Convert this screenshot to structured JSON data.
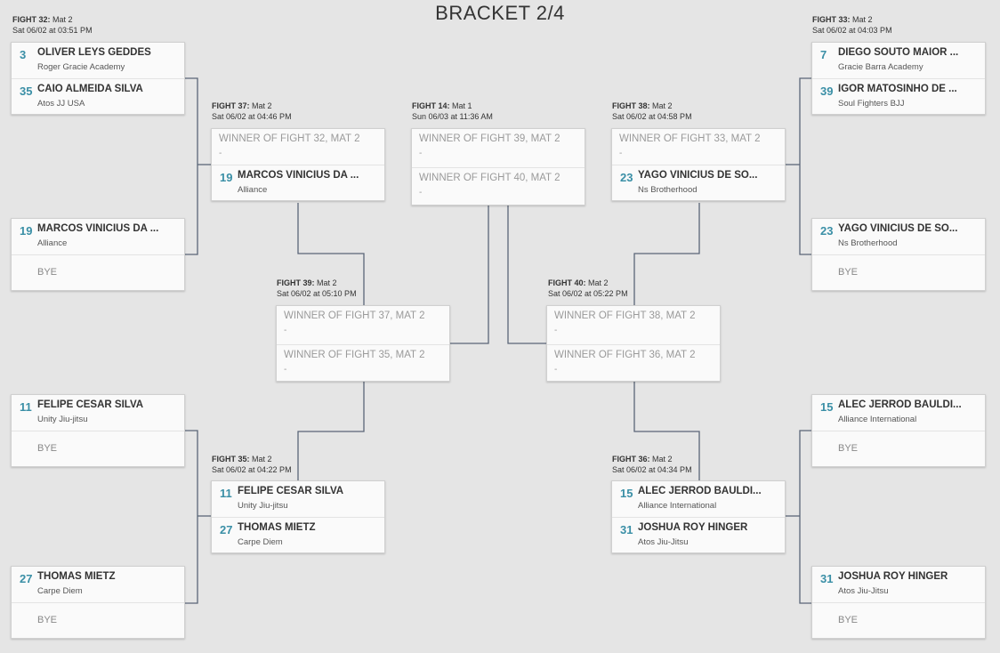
{
  "page": {
    "title": "BRACKET 2/4"
  },
  "fights": {
    "f32": {
      "fight": "FIGHT 32:",
      "mat": "Mat 2",
      "time": "Sat 06/02 at 03:51 PM",
      "rows": [
        {
          "kind": "player",
          "seed": "3",
          "name": "OLIVER LEYS GEDDES",
          "team": "Roger Gracie Academy"
        },
        {
          "kind": "player",
          "seed": "35",
          "name": "CAIO ALMEIDA SILVA",
          "team": "Atos JJ USA"
        }
      ]
    },
    "f33": {
      "fight": "FIGHT 33:",
      "mat": "Mat 2",
      "time": "Sat 06/02 at 04:03 PM",
      "rows": [
        {
          "kind": "player",
          "seed": "7",
          "name": "DIEGO SOUTO MAIOR ...",
          "team": "Gracie Barra Academy"
        },
        {
          "kind": "player",
          "seed": "39",
          "name": "IGOR MATOSINHO DE ...",
          "team": "Soul Fighters BJJ"
        }
      ]
    },
    "f37": {
      "fight": "FIGHT 37:",
      "mat": "Mat 2",
      "time": "Sat 06/02 at 04:46 PM",
      "rows": [
        {
          "kind": "pending",
          "text": "WINNER OF FIGHT 32, MAT 2",
          "dash": "-"
        },
        {
          "kind": "player",
          "seed": "19",
          "name": "MARCOS VINÍCIUS DA ...",
          "team": "Alliance"
        }
      ]
    },
    "f14": {
      "fight": "FIGHT 14:",
      "mat": "Mat 1",
      "time": "Sun 06/03 at 11:36 AM",
      "rows": [
        {
          "kind": "pending",
          "text": "WINNER OF FIGHT 39, MAT 2",
          "dash": "-"
        },
        {
          "kind": "pending",
          "text": "WINNER OF FIGHT 40, MAT 2",
          "dash": "-"
        }
      ]
    },
    "f38": {
      "fight": "FIGHT 38:",
      "mat": "Mat 2",
      "time": "Sat 06/02 at 04:58 PM",
      "rows": [
        {
          "kind": "pending",
          "text": "WINNER OF FIGHT 33, MAT 2",
          "dash": "-"
        },
        {
          "kind": "player",
          "seed": "23",
          "name": "YAGO VINICIUS DE SO...",
          "team": "Ns Brotherhood"
        }
      ]
    },
    "lb1": {
      "rows": [
        {
          "kind": "player",
          "seed": "19",
          "name": "MARCOS VINÍCIUS DA ...",
          "team": "Alliance"
        },
        {
          "kind": "bye",
          "text": "BYE"
        }
      ]
    },
    "rb1": {
      "rows": [
        {
          "kind": "player",
          "seed": "23",
          "name": "YAGO VINICIUS DE SO...",
          "team": "Ns Brotherhood"
        },
        {
          "kind": "bye",
          "text": "BYE"
        }
      ]
    },
    "f39": {
      "fight": "FIGHT 39:",
      "mat": "Mat 2",
      "time": "Sat 06/02 at 05:10 PM",
      "rows": [
        {
          "kind": "pending",
          "text": "WINNER OF FIGHT 37, MAT 2",
          "dash": "-"
        },
        {
          "kind": "pending",
          "text": "WINNER OF FIGHT 35, MAT 2",
          "dash": "-"
        }
      ]
    },
    "f40": {
      "fight": "FIGHT 40:",
      "mat": "Mat 2",
      "time": "Sat 06/02 at 05:22 PM",
      "rows": [
        {
          "kind": "pending",
          "text": "WINNER OF FIGHT 38, MAT 2",
          "dash": "-"
        },
        {
          "kind": "pending",
          "text": "WINNER OF FIGHT 36, MAT 2",
          "dash": "-"
        }
      ]
    },
    "lb2": {
      "rows": [
        {
          "kind": "player",
          "seed": "11",
          "name": "FELIPE CESAR SILVA",
          "team": "Unity Jiu-jitsu"
        },
        {
          "kind": "bye",
          "text": "BYE"
        }
      ]
    },
    "rb2": {
      "rows": [
        {
          "kind": "player",
          "seed": "15",
          "name": "ALEC JERROD BAULDI...",
          "team": "Alliance International"
        },
        {
          "kind": "bye",
          "text": "BYE"
        }
      ]
    },
    "f35": {
      "fight": "FIGHT 35:",
      "mat": "Mat 2",
      "time": "Sat 06/02 at 04:22 PM",
      "rows": [
        {
          "kind": "player",
          "seed": "11",
          "name": "FELIPE CESAR SILVA",
          "team": "Unity Jiu-jitsu"
        },
        {
          "kind": "player",
          "seed": "27",
          "name": "THOMAS MIETZ",
          "team": "Carpe Diem"
        }
      ]
    },
    "f36": {
      "fight": "FIGHT 36:",
      "mat": "Mat 2",
      "time": "Sat 06/02 at 04:34 PM",
      "rows": [
        {
          "kind": "player",
          "seed": "15",
          "name": "ALEC JERROD BAULDI...",
          "team": "Alliance International"
        },
        {
          "kind": "player",
          "seed": "31",
          "name": "JOSHUA ROY HINGER",
          "team": "Atos Jiu-Jitsu"
        }
      ]
    },
    "lb3": {
      "rows": [
        {
          "kind": "player",
          "seed": "27",
          "name": "THOMAS MIETZ",
          "team": "Carpe Diem"
        },
        {
          "kind": "bye",
          "text": "BYE"
        }
      ]
    },
    "rb3": {
      "rows": [
        {
          "kind": "player",
          "seed": "31",
          "name": "JOSHUA ROY HINGER",
          "team": "Atos Jiu-Jitsu"
        },
        {
          "kind": "bye",
          "text": "BYE"
        }
      ]
    }
  }
}
